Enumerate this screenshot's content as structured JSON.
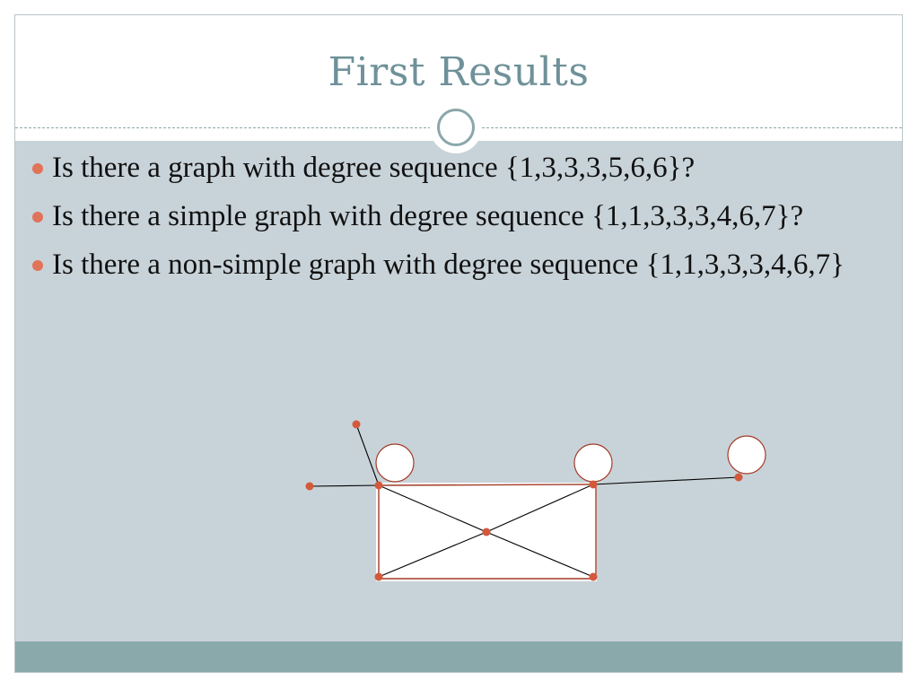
{
  "slide": {
    "title": "First Results",
    "bullets": [
      "Is there a graph with degree sequence {1,3,3,3,5,6,6}?",
      "Is there a simple graph with degree sequence {1,1,3,3,3,4,6,7}?",
      "Is there a non-simple graph with degree sequence {1,1,3,3,3,4,6,7}"
    ]
  },
  "colors": {
    "title": "#6f9199",
    "content_bg": "#c8d3d9",
    "footer_bg": "#8aa9ab",
    "bullet": "#e0735a",
    "vertex": "#d4583a",
    "edge": "#000000",
    "rect_edge": "#a33b26"
  },
  "graph": {
    "vertices": [
      "v1",
      "v2",
      "v3",
      "v4",
      "v5",
      "v6",
      "v7",
      "v8"
    ],
    "edges": [
      [
        "v1",
        "v3"
      ],
      [
        "v2",
        "v3"
      ],
      [
        "v3",
        "v4"
      ],
      [
        "v3",
        "v5"
      ],
      [
        "v3",
        "v6"
      ],
      [
        "v4",
        "v7"
      ],
      [
        "v4",
        "v6"
      ],
      [
        "v5",
        "v6"
      ],
      [
        "v6",
        "v7"
      ],
      [
        "v4",
        "v8"
      ]
    ],
    "loops": [
      "v3",
      "v4",
      "v8"
    ]
  }
}
